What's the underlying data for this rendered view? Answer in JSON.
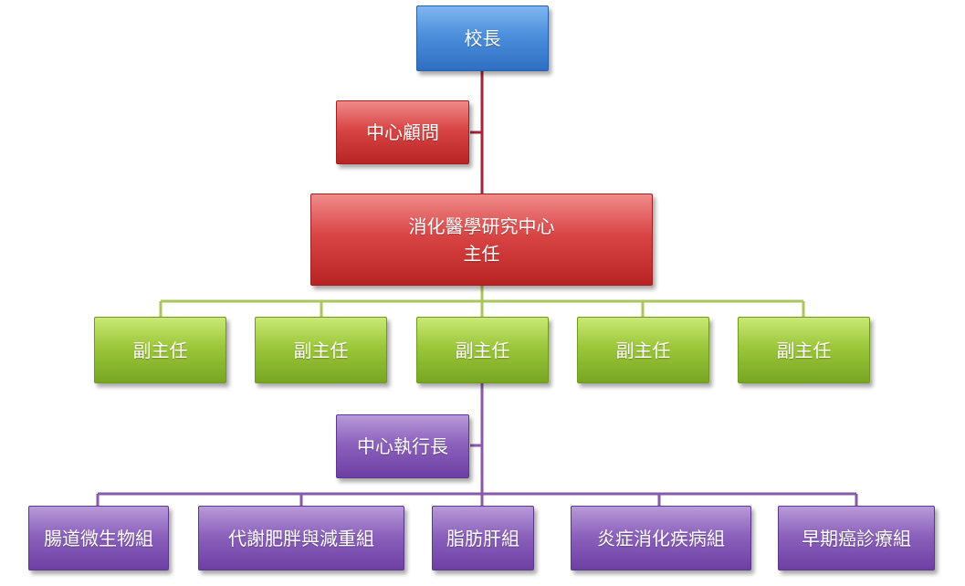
{
  "org": {
    "principal": "校長",
    "advisor": "中心顧問",
    "director": {
      "line1": "消化醫學研究中心",
      "line2": "主任"
    },
    "deputies": [
      "副主任",
      "副主任",
      "副主任",
      "副主任",
      "副主任"
    ],
    "ceo": "中心執行長",
    "groups": [
      "腸道微生物組",
      "代謝肥胖與減重組",
      "脂肪肝組",
      "炎症消化疾病組",
      "早期癌診療組"
    ]
  },
  "colors": {
    "principal": "#4c8fdc",
    "advisor": "#d94545",
    "director": "#d94545",
    "deputy": "#9cc73a",
    "ceo": "#8c62bd",
    "group": "#8c62bd",
    "line_red": "#a3253a",
    "line_green": "#a9c65c",
    "line_purple": "#8a5aaa"
  }
}
